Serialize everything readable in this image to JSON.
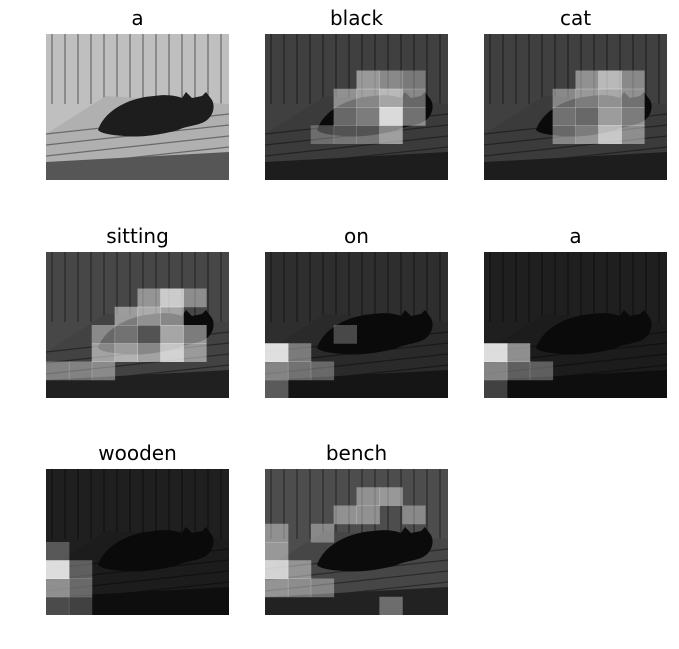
{
  "figure": {
    "panels": [
      {
        "word": "a"
      },
      {
        "word": "black"
      },
      {
        "word": "cat"
      },
      {
        "word": "sitting"
      },
      {
        "word": "on"
      },
      {
        "word": "a"
      },
      {
        "word": "wooden"
      },
      {
        "word": "bench"
      }
    ]
  },
  "attention_maps": [
    {
      "word": "a",
      "brightness": 0.75,
      "hot": []
    },
    {
      "word": "black",
      "brightness": 0.25,
      "hot": [
        [
          4,
          2,
          0.55
        ],
        [
          5,
          2,
          0.45
        ],
        [
          6,
          2,
          0.35
        ],
        [
          3,
          3,
          0.5
        ],
        [
          4,
          3,
          0.6
        ],
        [
          5,
          3,
          0.75
        ],
        [
          6,
          3,
          0.45
        ],
        [
          3,
          4,
          0.45
        ],
        [
          4,
          4,
          0.55
        ],
        [
          5,
          4,
          1.0
        ],
        [
          6,
          4,
          0.5
        ],
        [
          4,
          5,
          0.35
        ],
        [
          5,
          5,
          0.6
        ],
        [
          2,
          5,
          0.3
        ],
        [
          3,
          5,
          0.35
        ]
      ]
    },
    {
      "word": "cat",
      "brightness": 0.25,
      "hot": [
        [
          4,
          2,
          0.5
        ],
        [
          5,
          2,
          0.75
        ],
        [
          6,
          2,
          0.45
        ],
        [
          3,
          3,
          0.45
        ],
        [
          4,
          3,
          0.55
        ],
        [
          5,
          3,
          0.65
        ],
        [
          6,
          3,
          0.5
        ],
        [
          3,
          4,
          0.5
        ],
        [
          4,
          4,
          0.45
        ],
        [
          5,
          4,
          0.7
        ],
        [
          6,
          4,
          0.55
        ],
        [
          3,
          5,
          0.45
        ],
        [
          4,
          5,
          0.55
        ],
        [
          5,
          5,
          0.85
        ],
        [
          6,
          5,
          0.5
        ]
      ]
    },
    {
      "word": "sitting",
      "brightness": 0.28,
      "hot": [
        [
          4,
          2,
          0.5
        ],
        [
          5,
          2,
          0.85
        ],
        [
          6,
          2,
          0.45
        ],
        [
          3,
          3,
          0.55
        ],
        [
          4,
          3,
          0.65
        ],
        [
          5,
          3,
          0.6
        ],
        [
          2,
          4,
          0.45
        ],
        [
          3,
          4,
          0.5
        ],
        [
          4,
          4,
          0.35
        ],
        [
          5,
          4,
          0.75
        ],
        [
          6,
          4,
          0.55
        ],
        [
          2,
          5,
          0.6
        ],
        [
          3,
          5,
          0.7
        ],
        [
          4,
          5,
          0.6
        ],
        [
          5,
          5,
          0.9
        ],
        [
          6,
          5,
          0.55
        ],
        [
          0,
          6,
          0.4
        ],
        [
          1,
          6,
          0.4
        ],
        [
          2,
          6,
          0.45
        ]
      ]
    },
    {
      "word": "on",
      "brightness": 0.18,
      "hot": [
        [
          0,
          5,
          1.0
        ],
        [
          1,
          5,
          0.45
        ],
        [
          0,
          6,
          0.5
        ],
        [
          1,
          6,
          0.4
        ],
        [
          2,
          6,
          0.35
        ],
        [
          0,
          7,
          0.35
        ],
        [
          3,
          4,
          0.3
        ]
      ]
    },
    {
      "word": "a",
      "brightness": 0.12,
      "hot": [
        [
          0,
          5,
          1.0
        ],
        [
          1,
          5,
          0.6
        ],
        [
          0,
          6,
          0.55
        ],
        [
          1,
          6,
          0.35
        ],
        [
          2,
          6,
          0.35
        ],
        [
          0,
          7,
          0.25
        ]
      ]
    },
    {
      "word": "wooden",
      "brightness": 0.12,
      "hot": [
        [
          0,
          4,
          0.3
        ],
        [
          0,
          5,
          1.0
        ],
        [
          1,
          5,
          0.35
        ],
        [
          0,
          6,
          0.6
        ],
        [
          1,
          6,
          0.4
        ],
        [
          0,
          7,
          0.3
        ],
        [
          1,
          7,
          0.25
        ]
      ]
    },
    {
      "word": "bench",
      "brightness": 0.3,
      "hot": [
        [
          0,
          4,
          0.5
        ],
        [
          0,
          5,
          0.9
        ],
        [
          1,
          5,
          0.5
        ],
        [
          0,
          6,
          0.5
        ],
        [
          1,
          6,
          0.45
        ],
        [
          2,
          6,
          0.4
        ],
        [
          4,
          1,
          0.45
        ],
        [
          5,
          1,
          0.5
        ],
        [
          3,
          2,
          0.45
        ],
        [
          4,
          2,
          0.45
        ],
        [
          6,
          2,
          0.4
        ],
        [
          0,
          3,
          0.45
        ],
        [
          2,
          3,
          0.4
        ],
        [
          5,
          7,
          0.4
        ]
      ]
    }
  ]
}
